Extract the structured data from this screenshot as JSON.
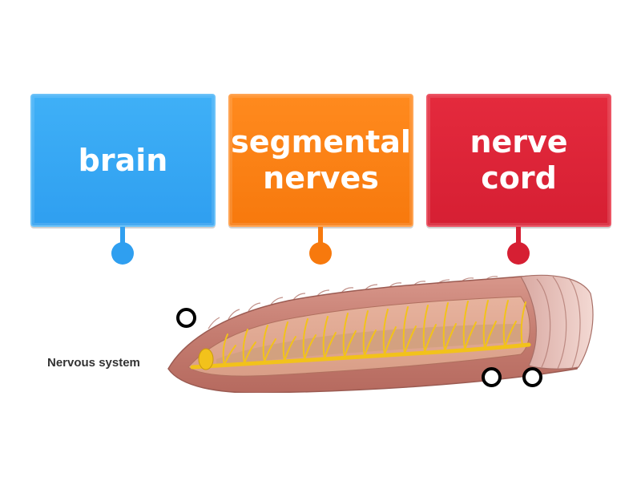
{
  "labels": [
    {
      "text": "brain",
      "color": "#2f9ff0"
    },
    {
      "text": "segmental\nnerves",
      "color": "#f7790d"
    },
    {
      "text": "nerve\ncord",
      "color": "#d61f33"
    }
  ],
  "diagram": {
    "caption": "Nervous system",
    "worm_color": "#c9847a",
    "nerve_color": "#f2c21b"
  }
}
